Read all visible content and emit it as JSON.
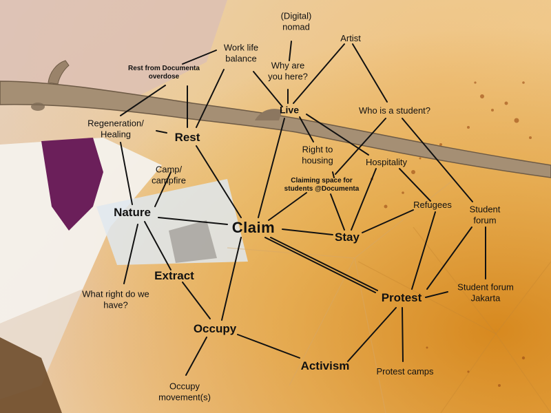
{
  "nodes": {
    "digital_nomad": [
      "(Digital)",
      "nomad"
    ],
    "artist": [
      "Artist"
    ],
    "work_life_balance": [
      "Work life",
      "balance"
    ],
    "rest_from_documenta": [
      "Rest from Documenta",
      "overdose"
    ],
    "why_are_you_here": [
      "Why are",
      "you here?"
    ],
    "live": [
      "Live"
    ],
    "who_is_student": [
      "Who is a student?"
    ],
    "regeneration": [
      "Regeneration/",
      "Healing"
    ],
    "rest": [
      "Rest"
    ],
    "right_to_housing": [
      "Right to",
      "housing"
    ],
    "hospitality": [
      "Hospitality"
    ],
    "camp_campfire": [
      "Camp/",
      "campfire"
    ],
    "claiming_space": [
      "Claiming space for",
      "students @Documenta"
    ],
    "refugees": [
      "Refugees"
    ],
    "student_forum": [
      "Student",
      "forum"
    ],
    "nature": [
      "Nature"
    ],
    "claim": [
      "Claim"
    ],
    "stay": [
      "Stay"
    ],
    "extract": [
      "Extract"
    ],
    "what_right": [
      "What right do we",
      "have?"
    ],
    "student_forum_jakarta": [
      "Student forum",
      "Jakarta"
    ],
    "protest": [
      "Protest"
    ],
    "occupy": [
      "Occupy"
    ],
    "activism": [
      "Activism"
    ],
    "protest_camps": [
      "Protest camps"
    ],
    "occupy_movement": [
      "Occupy",
      "movement(s)"
    ]
  }
}
